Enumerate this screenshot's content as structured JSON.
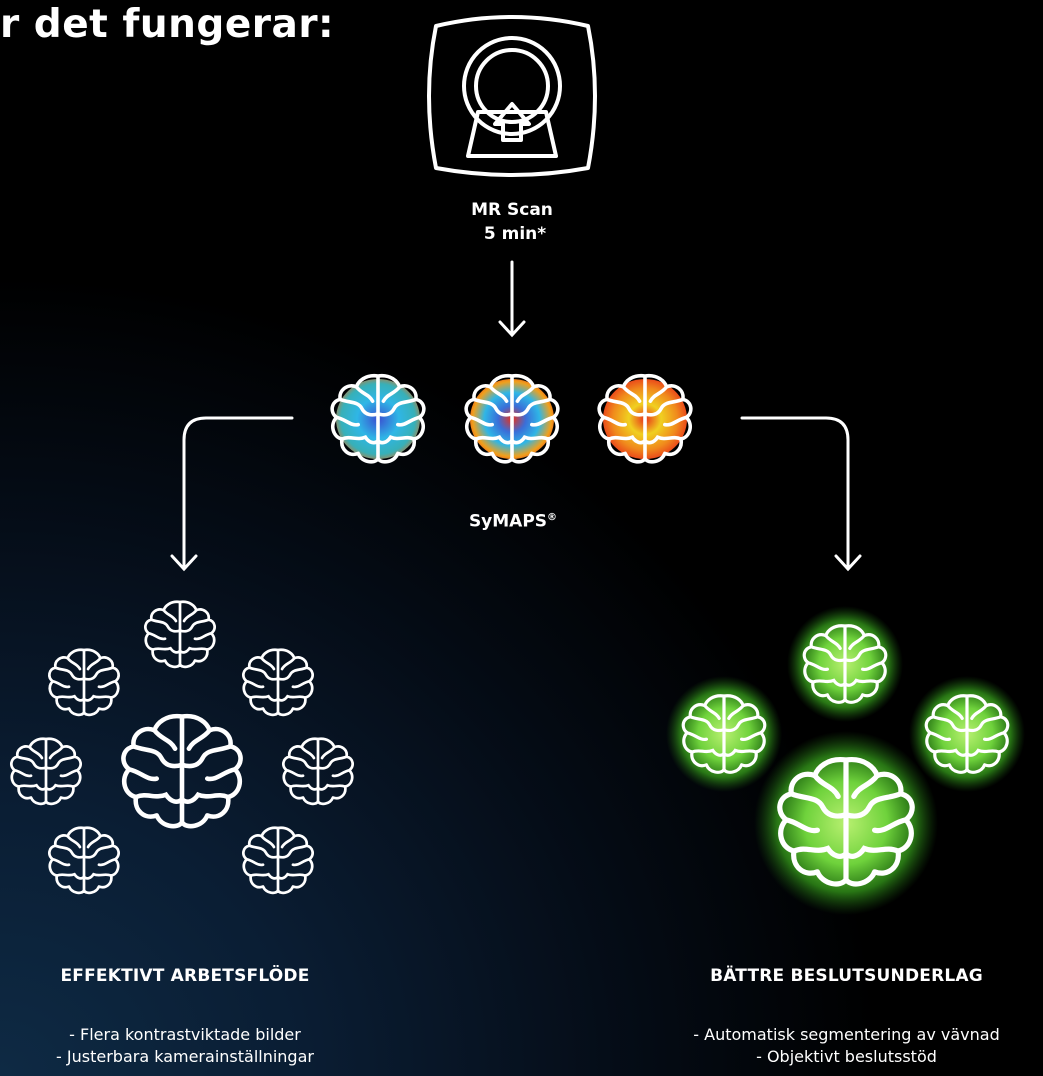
{
  "title": "r det fungerar:",
  "scanner": {
    "label_line1": "MR Scan",
    "label_line2": "5 min*"
  },
  "symaps": {
    "label": "SyMAPS",
    "mark": "®"
  },
  "left": {
    "heading": "EFFEKTIVT ARBETSFLÖDE",
    "bullets": [
      "- Flera kontrastviktade bilder",
      "- Justerbara kamerainställningar"
    ]
  },
  "right": {
    "heading": "BÄTTRE BESLUTSUNDERLAG",
    "bullets": [
      "- Automatisk segmentering av vävnad",
      "- Objektivt beslutsstöd"
    ]
  },
  "colors": {
    "outline": "#ffffff",
    "map_cool": "#2fb6e6",
    "map_mid": "#f08a1c",
    "map_hot": "#e8311a",
    "glow_green": "#6fd23c"
  },
  "icons": [
    "mri-scanner-icon",
    "brain-icon",
    "arrow-down-icon"
  ]
}
